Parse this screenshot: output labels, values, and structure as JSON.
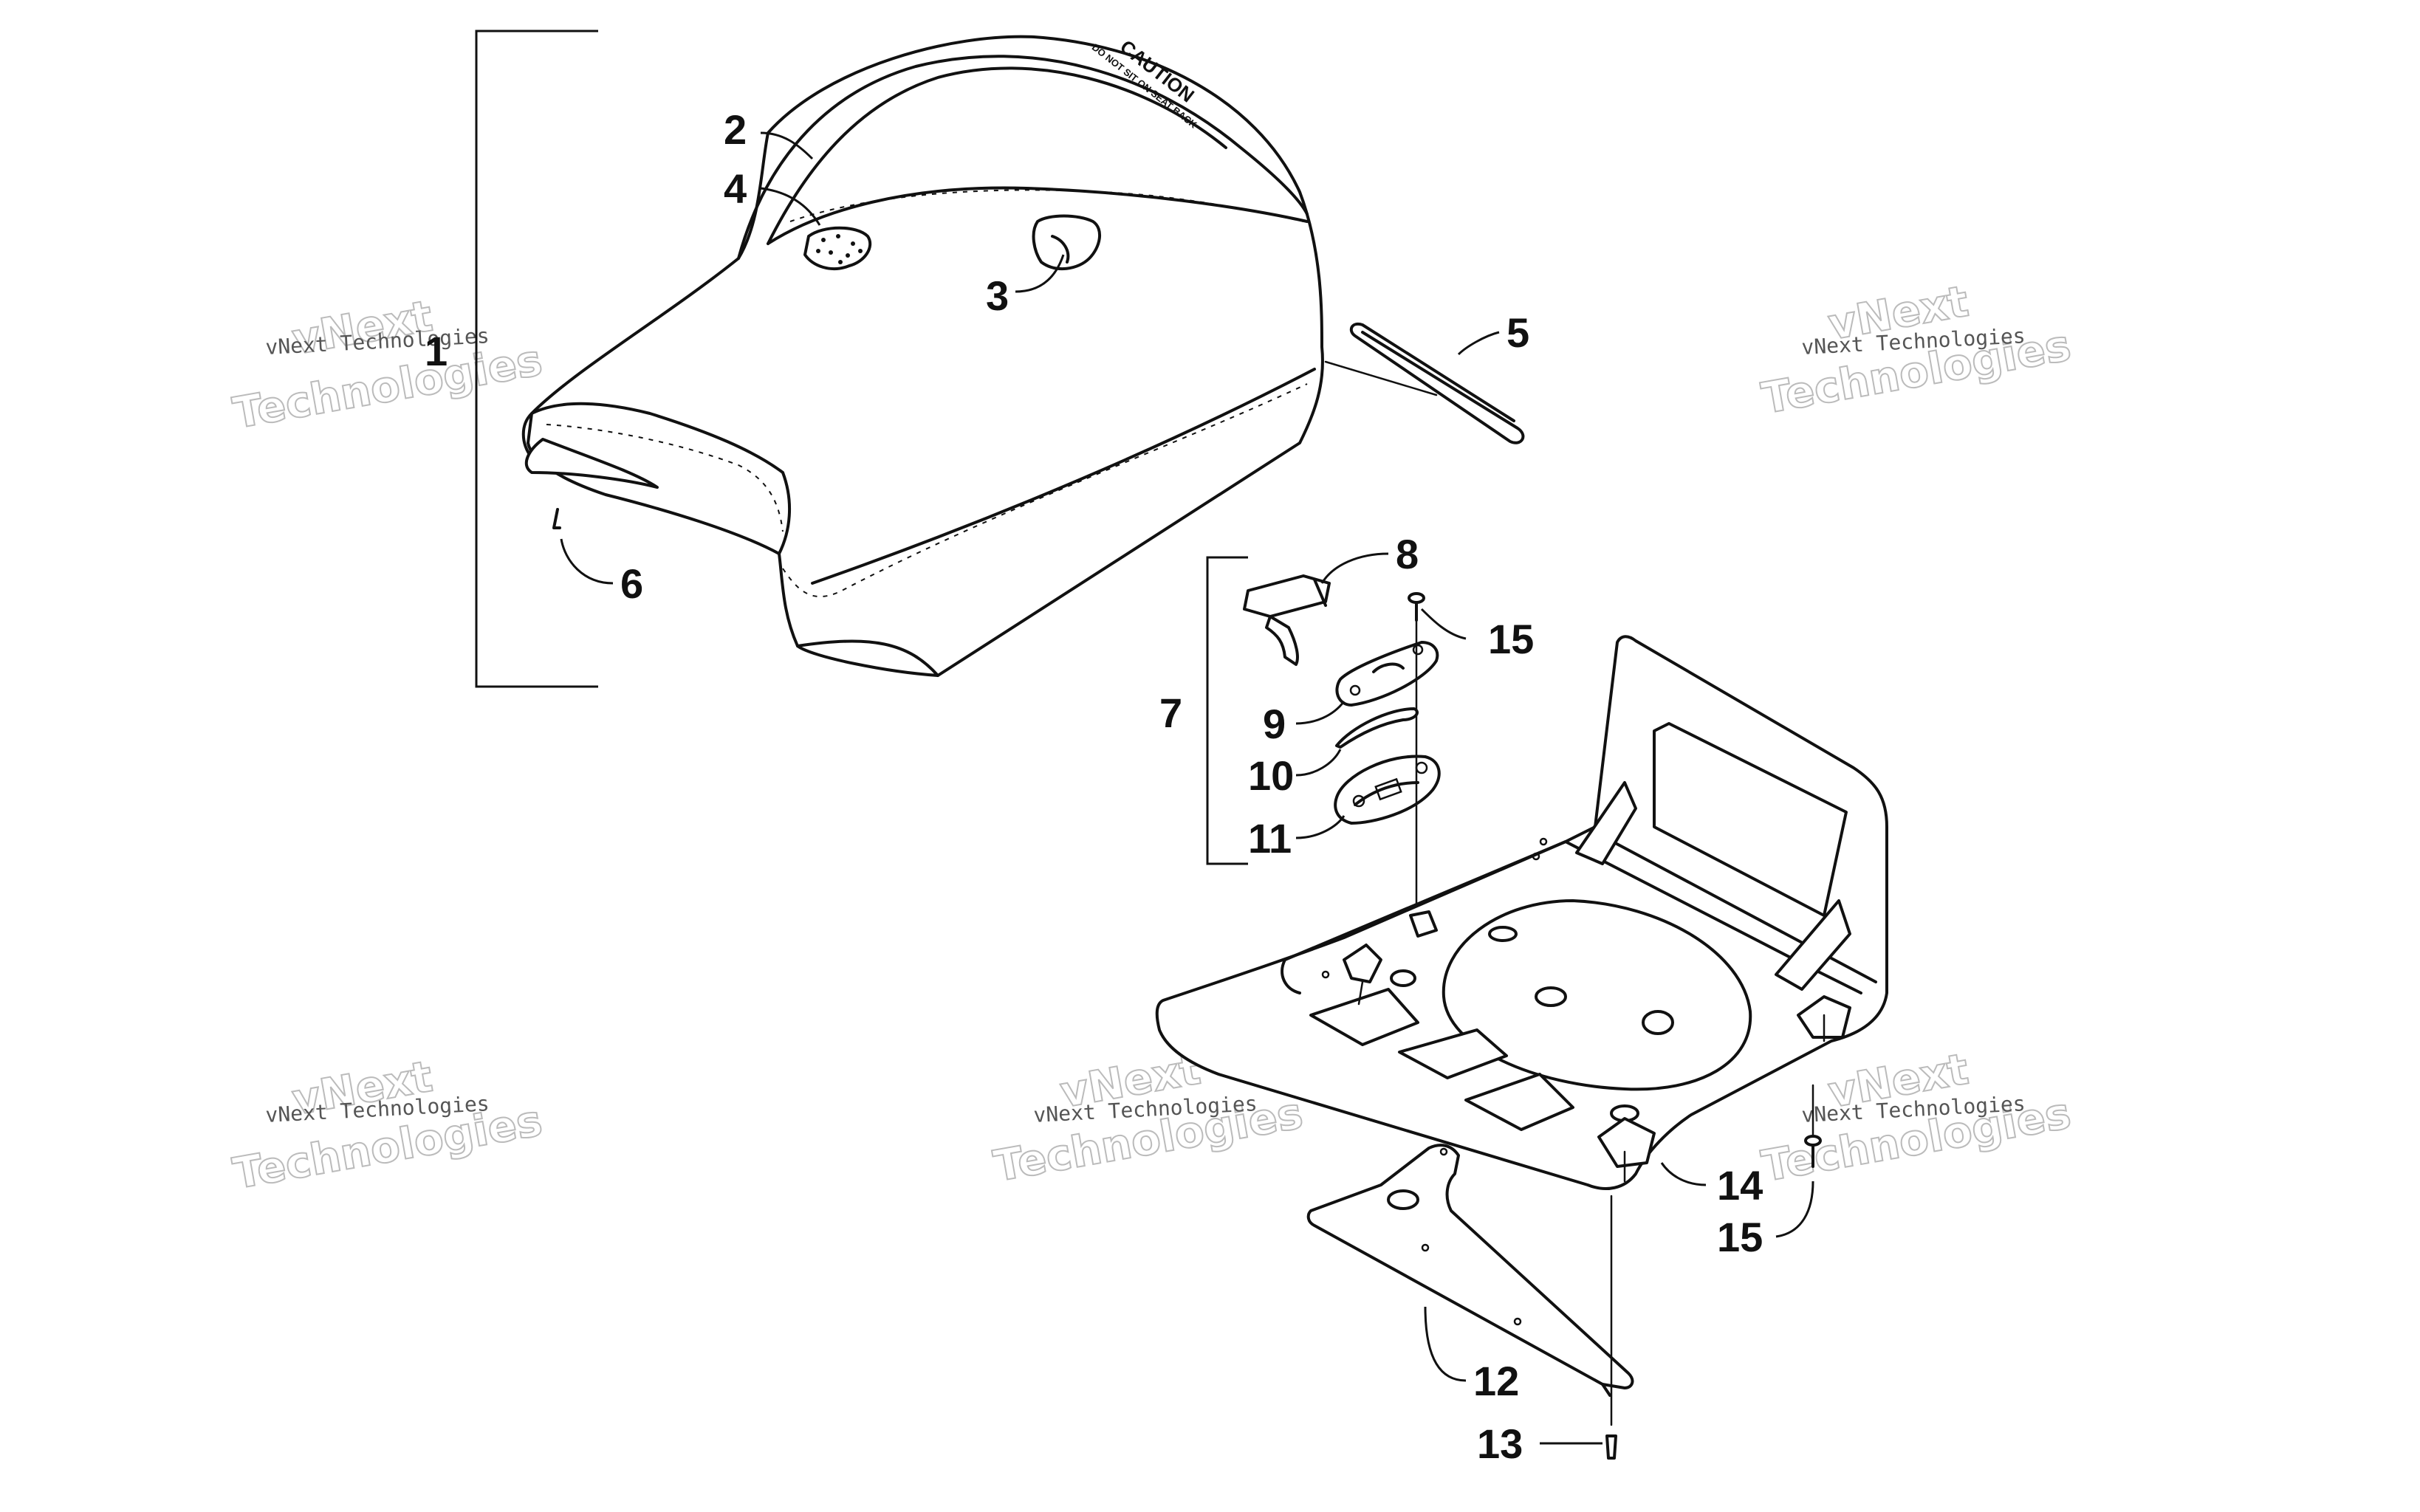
{
  "callouts": {
    "c1": "1",
    "c2": "2",
    "c3": "3",
    "c4": "4",
    "c5": "5",
    "c6": "6",
    "c7": "7",
    "c8": "8",
    "c9": "9",
    "c10": "10",
    "c11": "11",
    "c12": "12",
    "c13": "13",
    "c14": "14",
    "c15a": "15",
    "c15b": "15"
  },
  "seat_label": {
    "caution": "CAUTION",
    "warning": "DO NOT SIT ON SEAT BACK"
  },
  "watermark": {
    "line1": "vNext",
    "line2": "Technologies",
    "small": "vNext Technologies"
  },
  "colors": {
    "ink": "#111111",
    "watermark": "#bbbbbb",
    "background": "#ffffff"
  }
}
